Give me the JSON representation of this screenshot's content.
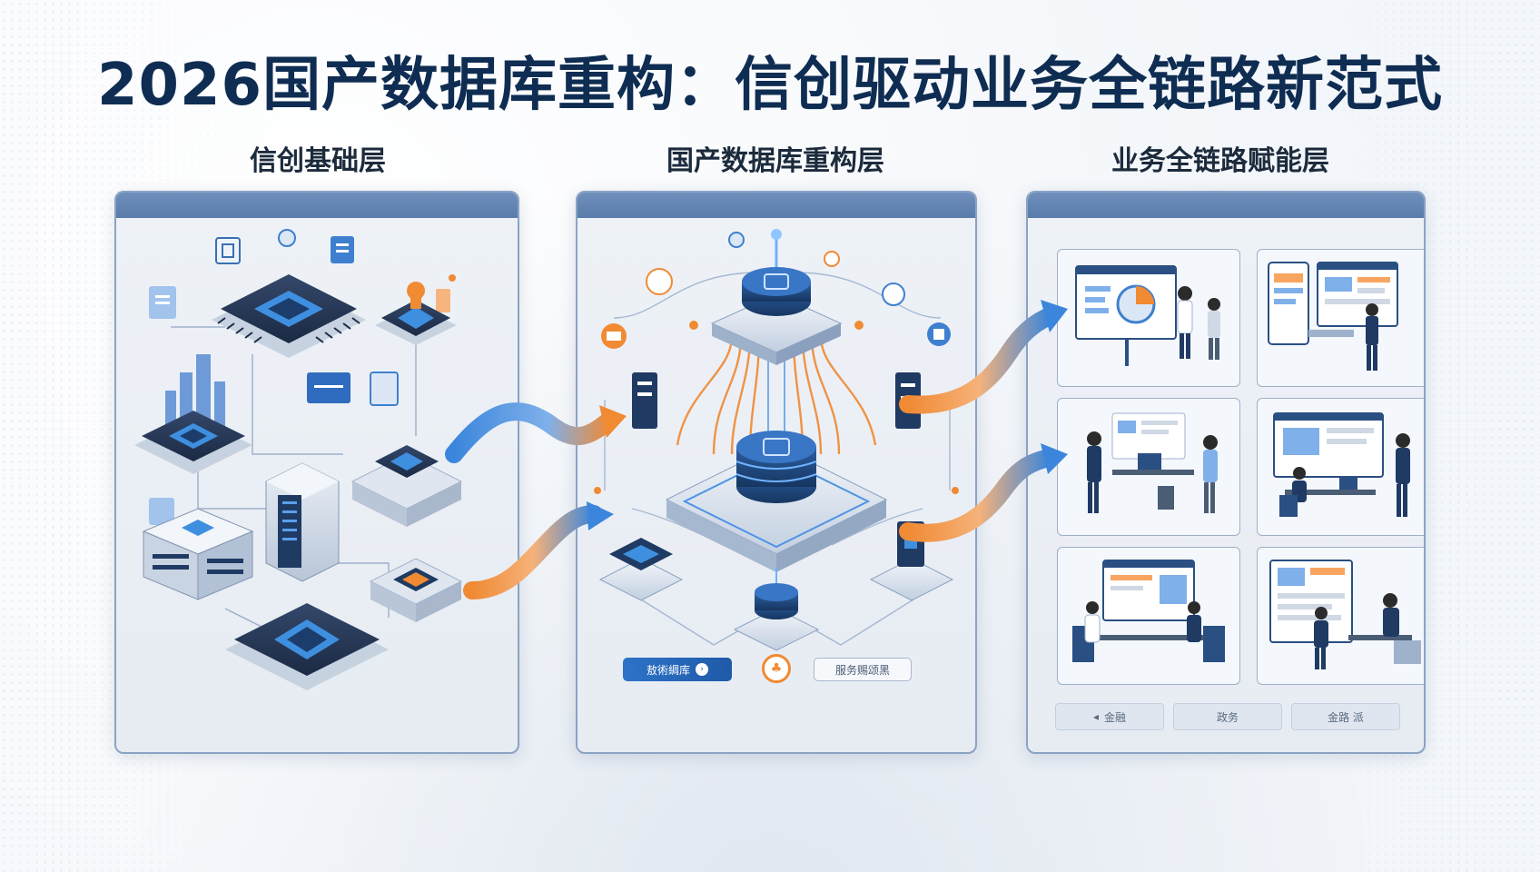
{
  "title": "2026国产数据库重构：信创驱动业务全链路新范式",
  "columns": [
    {
      "label": "信创基础层"
    },
    {
      "label": "国产数据库重构层"
    },
    {
      "label": "业务全链路赋能层"
    }
  ],
  "middle_panel": {
    "left_button": "敖術綢库",
    "center_button": "♣",
    "right_button": "服务赐颂黑"
  },
  "right_panel": {
    "footer_items": [
      {
        "icon": "◂",
        "text": "金融"
      },
      {
        "text": "政务"
      },
      {
        "text": "金路 派"
      }
    ]
  },
  "colors": {
    "title": "#0f2d52",
    "blue": "#2d73c9",
    "navy": "#1f3a63",
    "orange": "#f08a33"
  }
}
